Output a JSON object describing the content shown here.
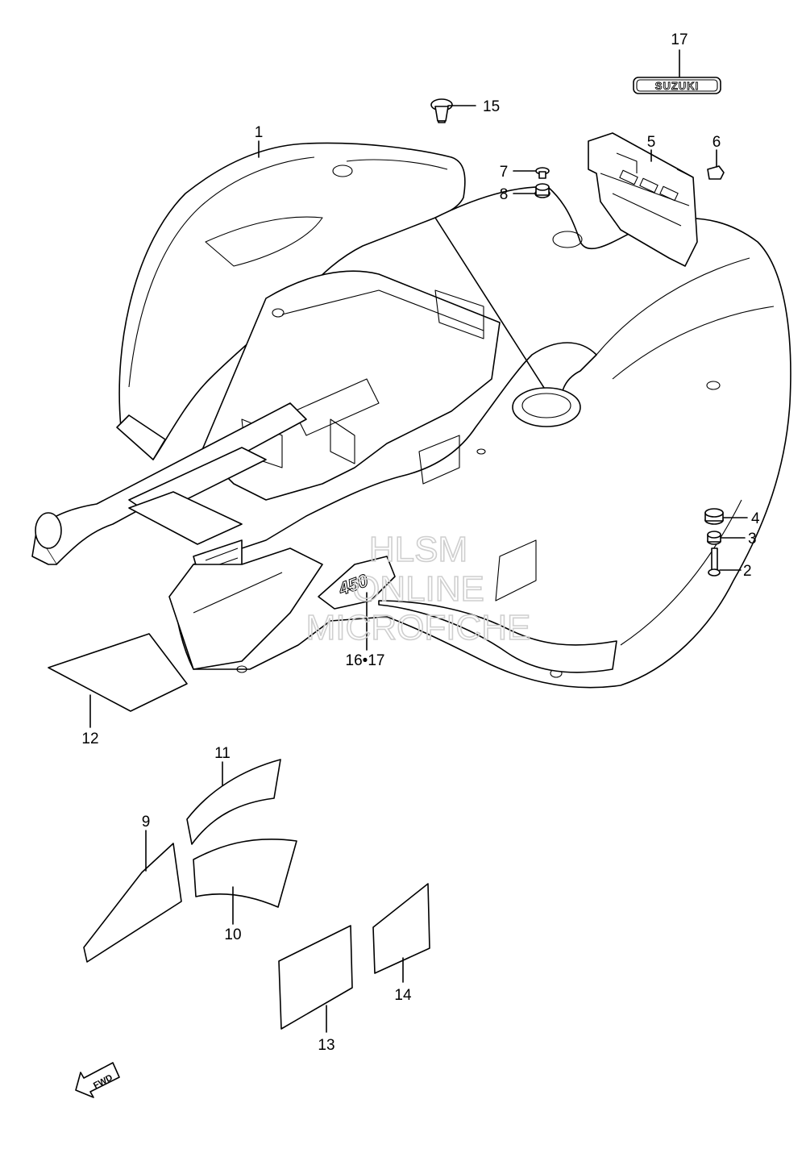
{
  "callouts": {
    "c1": "1",
    "c2": "2",
    "c3": "3",
    "c4": "4",
    "c5": "5",
    "c6": "6",
    "c7": "7",
    "c8": "8",
    "c9": "9",
    "c10": "10",
    "c11": "11",
    "c12": "12",
    "c13": "13",
    "c14": "14",
    "c15": "15",
    "c16_17": "16•17",
    "c17": "17"
  },
  "emblem_text": "SUZUKI",
  "model_logo_text": "450",
  "fwd_label": "FWD",
  "watermark": {
    "line1": "HLSM",
    "line2": "ONLINE",
    "line3": "MICROFICHE"
  }
}
